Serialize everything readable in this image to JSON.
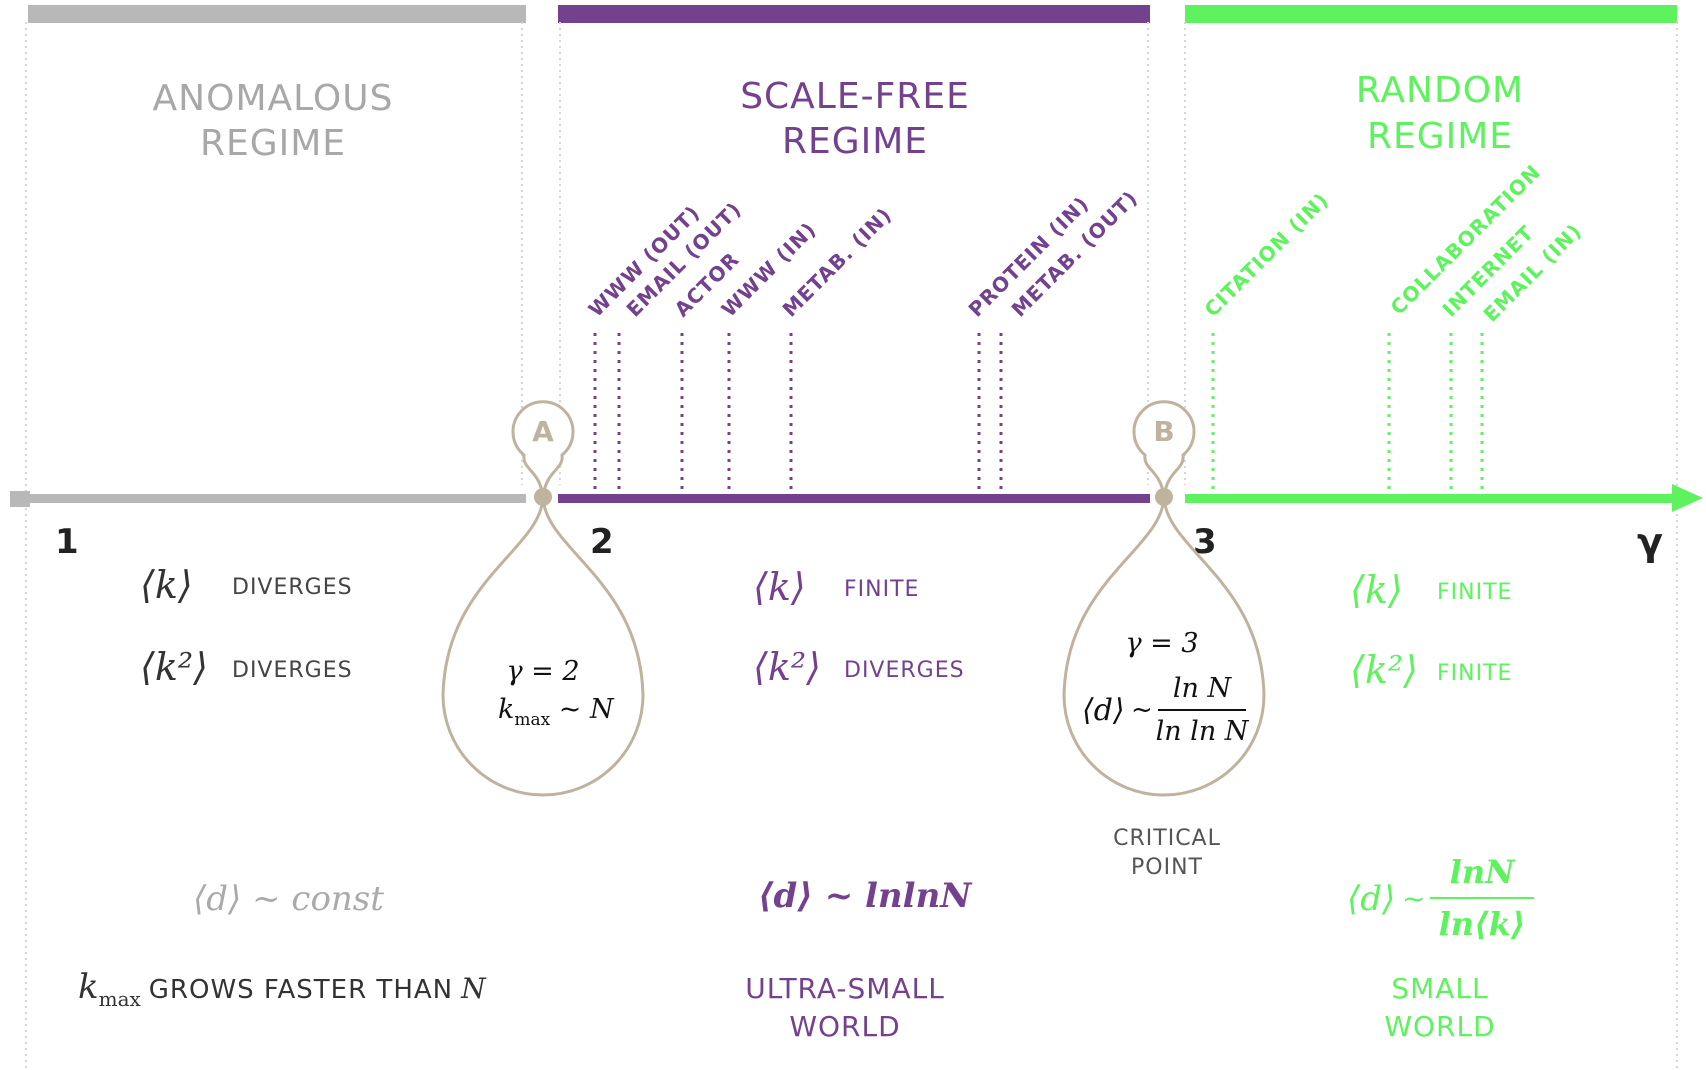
{
  "colors": {
    "anomalous": "#b8b8b8",
    "scale_free": "#74418f",
    "random": "#5ff25f",
    "bubble": "#bfb39d",
    "dark": "#333333"
  },
  "regimes": {
    "anomalous": {
      "line1": "ANOMALOUS",
      "line2": "REGIME"
    },
    "scale_free": {
      "line1": "SCALE-FREE",
      "line2": "REGIME"
    },
    "random": {
      "line1": "RANDOM",
      "line2": "REGIME"
    }
  },
  "axis": {
    "ticks": [
      "1",
      "2",
      "3"
    ],
    "label": "γ"
  },
  "networks": {
    "scale_free": [
      "WWW (OUT)",
      "EMAIL (OUT)",
      "ACTOR",
      "WWW (IN)",
      "METAB. (IN)",
      "PROTEIN (IN)",
      "METAB. (OUT)"
    ],
    "random": [
      "CITATION (IN)",
      "COLLABORATION",
      "INTERNET",
      "EMAIL (IN)"
    ]
  },
  "points": {
    "A": {
      "label": "A",
      "gamma": "γ = 2",
      "kmax_k": "k",
      "kmax_sub": "max",
      "kmax_rel": " ~ N"
    },
    "B": {
      "label": "B",
      "gamma": "γ = 3",
      "d": "⟨d⟩",
      "sim": "~",
      "num": "ln N",
      "den": "ln ln N",
      "caption1": "CRITICAL",
      "caption2": "POINT"
    }
  },
  "properties": {
    "anomalous": {
      "k": "⟨k⟩",
      "k_status": "DIVERGES",
      "k2": "⟨k²⟩",
      "k2_status": "DIVERGES",
      "distance": "⟨d⟩ ~ const",
      "kmax_sym": "k",
      "kmax_sub": "max",
      "kmax_text": "GROWS FASTER THAN",
      "kmax_n": "N"
    },
    "scale_free": {
      "k": "⟨k⟩",
      "k_status": "FINITE",
      "k2": "⟨k²⟩",
      "k2_status": "DIVERGES",
      "distance": "⟨d⟩ ~ lnlnN",
      "world1": "ULTRA-SMALL",
      "world2": "WORLD"
    },
    "random": {
      "k": "⟨k⟩",
      "k_status": "FINITE",
      "k2": "⟨k²⟩",
      "k2_status": "FINITE",
      "d": "⟨d⟩",
      "sim": "~",
      "num": "lnN",
      "den": "ln⟨k⟩",
      "world1": "SMALL",
      "world2": "WORLD"
    }
  }
}
